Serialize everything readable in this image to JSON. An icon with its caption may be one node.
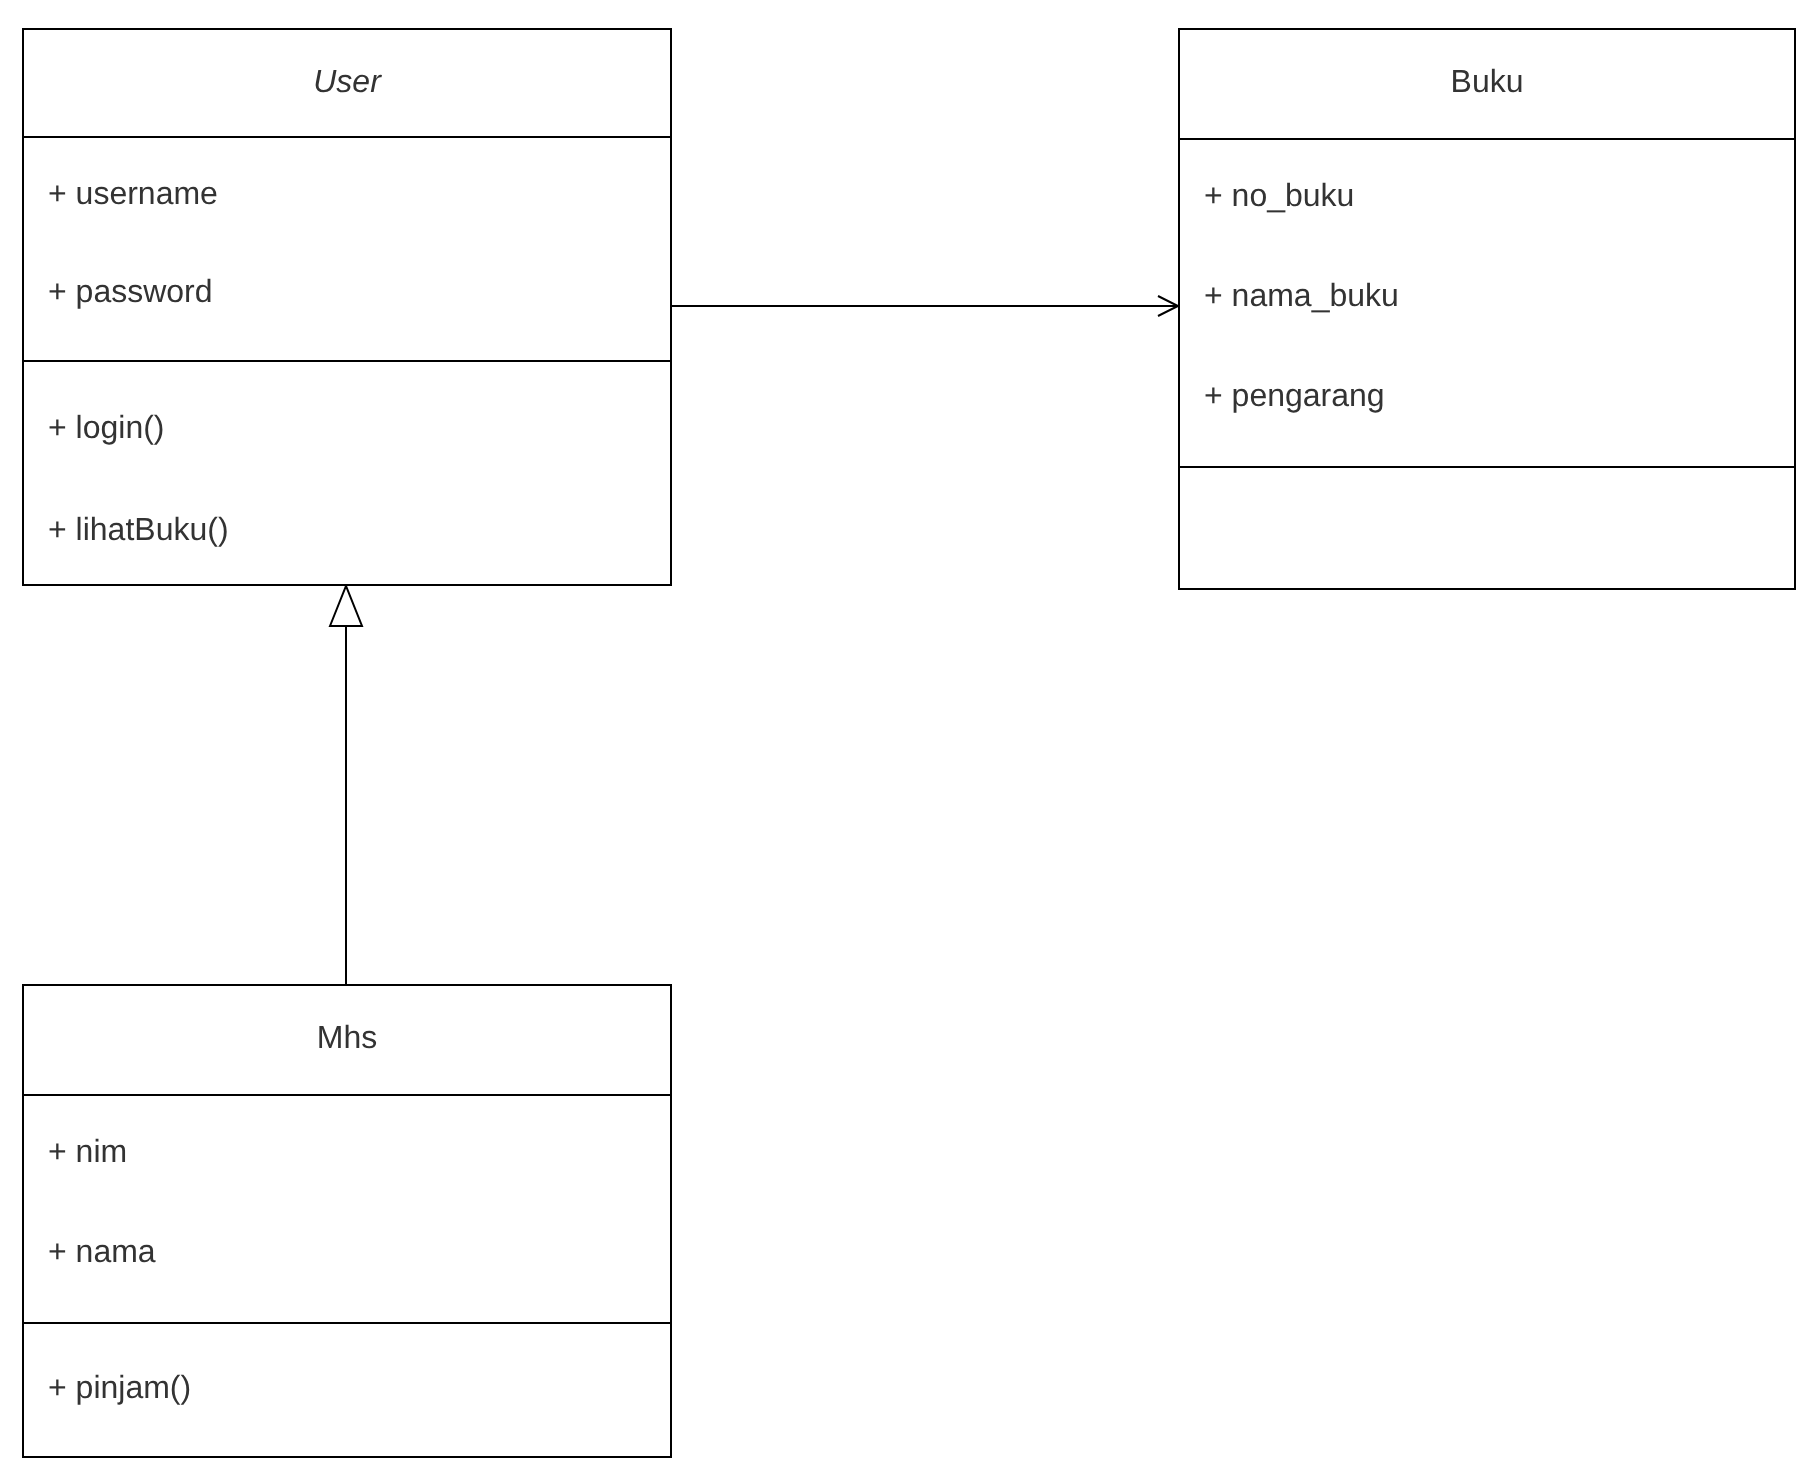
{
  "diagram": {
    "nodes": [
      {
        "text": [
          "User",
          "+ username",
          "+ password",
          "+ login()",
          "+ lihatBuku()"
        ]
      },
      {
        "text": [
          "Buku",
          "+ no_buku",
          "+ nama_buku",
          "+ pengarang"
        ]
      },
      {
        "text": [
          "Mhs",
          "+ nim",
          "+ nama",
          "+ pinjam()"
        ]
      }
    ],
    "edges": [
      {
        "from": 0,
        "to": 1,
        "arrow": "to"
      },
      {
        "from": 2,
        "to": 0,
        "arrow": "to"
      }
    ]
  }
}
